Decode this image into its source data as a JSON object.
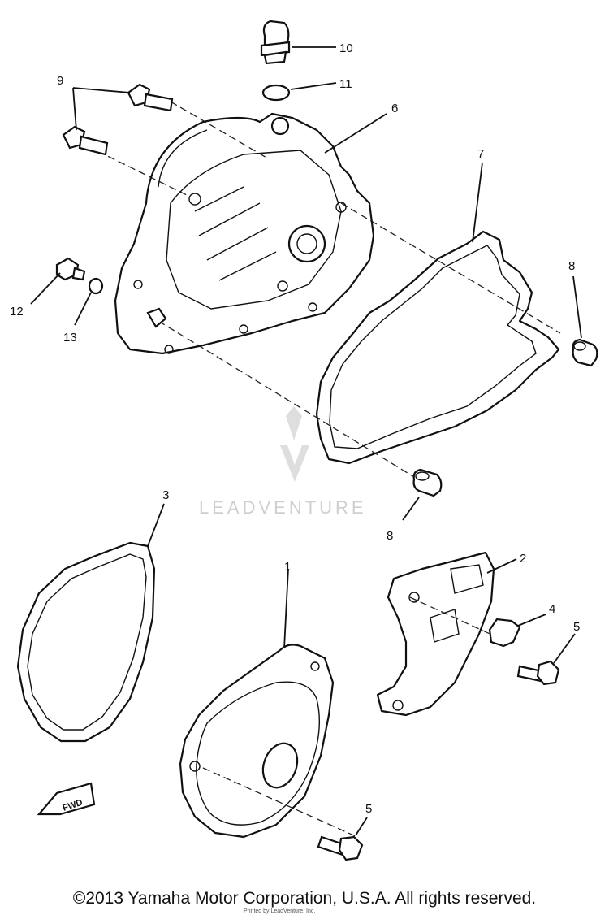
{
  "callouts": [
    "1",
    "2",
    "3",
    "4",
    "5",
    "5",
    "6",
    "7",
    "8",
    "8",
    "9",
    "10",
    "11",
    "12",
    "13"
  ],
  "watermark": "LEADVENTURE",
  "fwd_label": "FWD",
  "copyright": "©2013 Yamaha Motor Corporation, U.S.A. All rights reserved.",
  "sub_credit": "Printed by LeadVenture, Inc."
}
